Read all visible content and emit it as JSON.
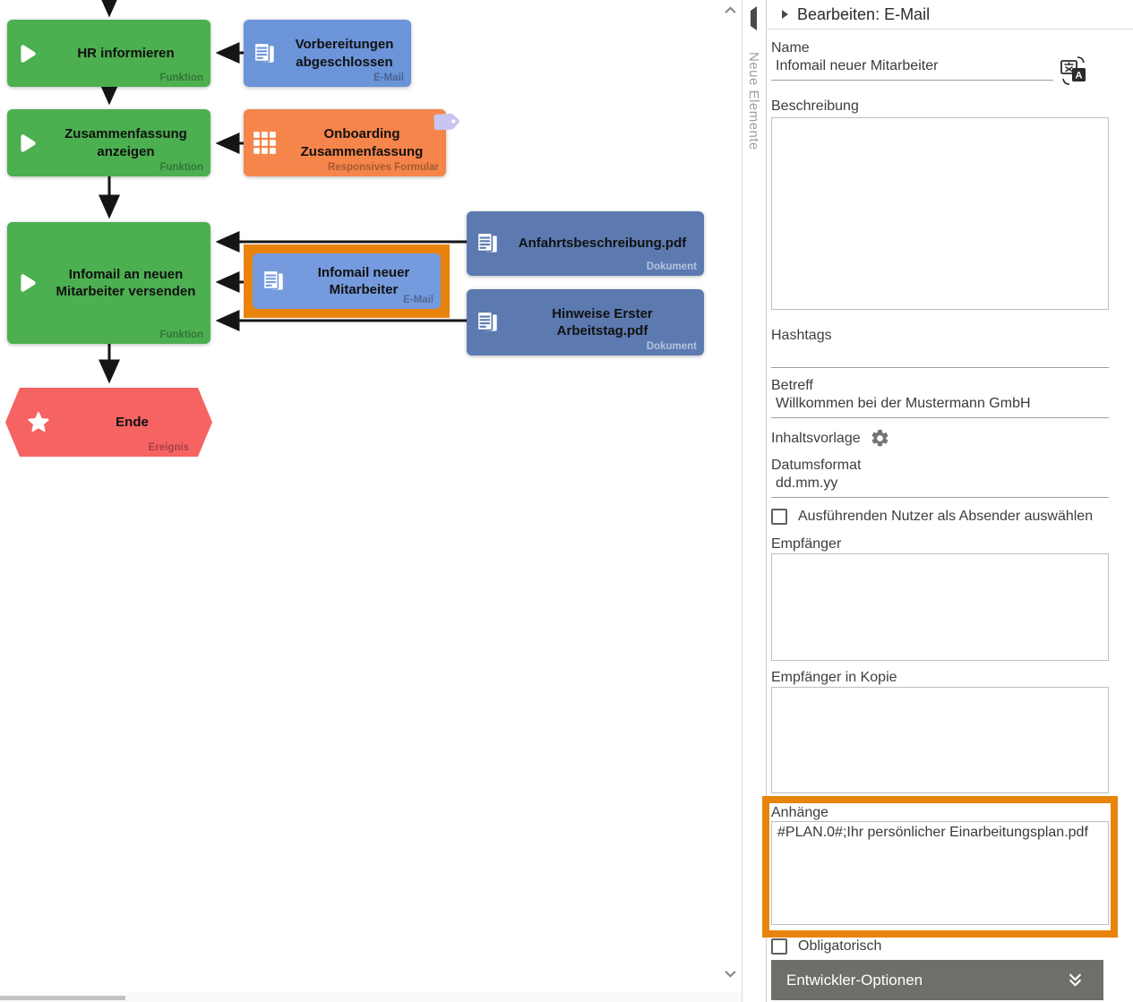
{
  "colors": {
    "function_green": "#4CAF50",
    "email_blue": "#6C94D8",
    "selected_email_blue": "#759BDE",
    "form_orange": "#F5854B",
    "document_blue": "#5C7AB0",
    "event_red": "#F66363",
    "highlight_orange": "#E8830C",
    "developer_button_grey": "#6E6E6A",
    "tag_lavender": "#C9C5F1"
  },
  "icons": {
    "play": "play-triangle",
    "document": "stacked-pages",
    "grid": "3x3-grid",
    "star": "5-point-star",
    "tag": "label-tag",
    "translate": "translate-book",
    "gear": "settings-gear",
    "chevron_up": "^",
    "chevron_down": "v",
    "double_chevron_down": "»",
    "collapse_left": "◂",
    "expand_right": "▸"
  },
  "flowchart": {
    "nodes": [
      {
        "id": "hr-informieren",
        "label": "HR informieren",
        "type_label": "Funktion"
      },
      {
        "id": "vorbereitungen-abgeschlossen",
        "label": "Vorbereitungen abgeschlossen",
        "type_label": "E-Mail"
      },
      {
        "id": "zusammenfassung-anzeigen",
        "label": "Zusammenfassung anzeigen",
        "type_label": "Funktion"
      },
      {
        "id": "onboarding-zusammenfassung",
        "label": "Onboarding Zusammenfassung",
        "type_label": "Responsives Formular"
      },
      {
        "id": "infomail-versenden",
        "label": "Infomail an neuen Mitarbeiter versenden",
        "type_label": "Funktion"
      },
      {
        "id": "anfahrtsbeschreibung",
        "label": "Anfahrtsbeschreibung.pdf",
        "type_label": "Dokument"
      },
      {
        "id": "infomail-neuer-mitarbeiter",
        "label": "Infomail neuer Mitarbeiter",
        "type_label": "E-Mail",
        "selected": true
      },
      {
        "id": "hinweise-erster-arbeitstag",
        "label": "Hinweise Erster Arbeitstag.pdf",
        "type_label": "Dokument"
      },
      {
        "id": "ende",
        "label": "Ende",
        "type_label": "Ereignis"
      }
    ]
  },
  "sidebar": {
    "tab_label": "Neue Elemente"
  },
  "panel": {
    "title": "Bearbeiten: E-Mail",
    "fields": {
      "name": {
        "label": "Name",
        "value": "Infomail neuer Mitarbeiter"
      },
      "beschreibung": {
        "label": "Beschreibung",
        "value": ""
      },
      "hashtags": {
        "label": "Hashtags",
        "value": ""
      },
      "betreff": {
        "label": "Betreff",
        "value": "Willkommen bei der Mustermann GmbH"
      },
      "inhaltsvorlage": {
        "label": "Inhaltsvorlage"
      },
      "datumsformat": {
        "label": "Datumsformat",
        "value": "dd.mm.yy"
      },
      "absender_checkbox": {
        "label": "Ausführenden Nutzer als Absender auswählen",
        "checked": false
      },
      "empfaenger": {
        "label": "Empfänger",
        "value": ""
      },
      "empfaenger_kopie": {
        "label": "Empfänger in Kopie",
        "value": ""
      },
      "anhaenge": {
        "label": "Anhänge",
        "value": "#PLAN.0#;Ihr persönlicher Einarbeitungsplan.pdf"
      },
      "obligatorisch": {
        "label": "Obligatorisch",
        "checked": false
      }
    },
    "developer_button": {
      "label": "Entwickler-Optionen"
    }
  }
}
